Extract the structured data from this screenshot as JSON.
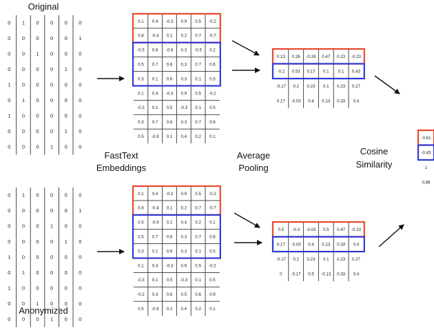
{
  "labels": {
    "original": "Original",
    "anonymized": "Anonymized",
    "fasttext": [
      "FastText",
      "Embeddings"
    ],
    "avg_pool": [
      "Average",
      "Pooling"
    ],
    "cosine": [
      "Cosine",
      "Similarity"
    ]
  },
  "colors": {
    "highlight_a": "#e8472e",
    "highlight_b": "#2f39d6",
    "ink": "#111111"
  },
  "original_onehot": [
    [
      "0",
      "1",
      "0",
      "0",
      "0",
      "0"
    ],
    [
      "0",
      "0",
      "0",
      "0",
      "0",
      "1"
    ],
    [
      "0",
      "0",
      "1",
      "0",
      "0",
      "0"
    ],
    [
      "0",
      "0",
      "0",
      "0",
      "1",
      "0"
    ],
    [
      "1",
      "0",
      "0",
      "0",
      "0",
      "0"
    ],
    [
      "0",
      "1",
      "0",
      "0",
      "0",
      "0"
    ],
    [
      "1",
      "0",
      "0",
      "0",
      "0",
      "0"
    ],
    [
      "0",
      "0",
      "0",
      "0",
      "1",
      "0"
    ],
    [
      "0",
      "0",
      "0",
      "1",
      "0",
      "0"
    ]
  ],
  "anonymized_onehot": [
    [
      "0",
      "1",
      "0",
      "0",
      "0",
      "0"
    ],
    [
      "0",
      "0",
      "0",
      "0",
      "0",
      "1"
    ],
    [
      "0",
      "0",
      "0",
      "1",
      "0",
      "0"
    ],
    [
      "0",
      "0",
      "0",
      "0",
      "1",
      "0"
    ],
    [
      "1",
      "0",
      "0",
      "0",
      "0",
      "0"
    ],
    [
      "0",
      "1",
      "0",
      "0",
      "0",
      "0"
    ],
    [
      "1",
      "0",
      "0",
      "0",
      "0",
      "0"
    ],
    [
      "0",
      "0",
      "1",
      "0",
      "0",
      "0"
    ],
    [
      "0",
      "0",
      "0",
      "1",
      "0",
      "0"
    ]
  ],
  "original_embeddings": [
    [
      "0.1",
      "0.4",
      "-0.3",
      "0.9",
      "0.5",
      "-0.2"
    ],
    [
      "0.8",
      "-0.4",
      "0.1",
      "0.2",
      "0.7",
      "-0.7"
    ],
    [
      "-0.5",
      "0.8",
      "-0.6",
      "0.3",
      "-0.5",
      "0.2"
    ],
    [
      "0.5",
      "0.7",
      "0.6",
      "0.3",
      "0.7",
      "0.6"
    ],
    [
      "0.3",
      "0.1",
      "0.6",
      "0.3",
      "0.1",
      "0.5"
    ],
    [
      "0.1",
      "0.4",
      "-0.3",
      "0.9",
      "0.5",
      "-0.2"
    ],
    [
      "-0.3",
      "0.1",
      "0.5",
      "-0.3",
      "0.1",
      "0.5"
    ],
    [
      "0.3",
      "0.7",
      "0.6",
      "0.3",
      "0.7",
      "0.6"
    ],
    [
      "0.5",
      "-0.9",
      "0.1",
      "0.4",
      "0.2",
      "0.1"
    ]
  ],
  "anonymized_embeddings": [
    [
      "0.1",
      "0.4",
      "-0.3",
      "0.9",
      "0.5",
      "-0.2"
    ],
    [
      "0.8",
      "-0.4",
      "0.1",
      "0.2",
      "0.7",
      "-0.7"
    ],
    [
      "0.5",
      "-0.9",
      "0.1",
      "0.4",
      "0.2",
      "0.1"
    ],
    [
      "0.5",
      "0.7",
      "0.6",
      "0.3",
      "0.7",
      "0.6"
    ],
    [
      "0.3",
      "0.1",
      "0.6",
      "0.3",
      "0.1",
      "0.5"
    ],
    [
      "0.1",
      "0.4",
      "-0.3",
      "0.9",
      "0.5",
      "-0.2"
    ],
    [
      "-0.3",
      "0.1",
      "0.5",
      "-0.3",
      "0.1",
      "0.5"
    ],
    [
      "-0.2",
      "0.3",
      "0.6",
      "0.5",
      "0.6",
      "0.9"
    ],
    [
      "0.5",
      "-0.9",
      "0.1",
      "0.4",
      "0.2",
      "0.1"
    ]
  ],
  "original_pooled": [
    [
      "0.13",
      "0.26",
      "-0.26",
      "0.47",
      "0.23",
      "-0.23"
    ],
    [
      "-0.2",
      "0.53",
      "0.17",
      "0.1",
      "0.1",
      "0.43"
    ],
    [
      "-0.17",
      "0.2",
      "0.23",
      "0.1",
      "0.23",
      "0.27"
    ],
    [
      "0.17",
      "-0.03",
      "0.4",
      "0.13",
      "0.33",
      "0.4"
    ]
  ],
  "anonymized_pooled": [
    [
      "0.5",
      "-0.3",
      "-0.03",
      "0.5",
      "0.47",
      "-0.23"
    ],
    [
      "0.17",
      "-0.03",
      "0.4",
      "0.13",
      "0.33",
      "0.4"
    ],
    [
      "-0.17",
      "0.2",
      "0.23",
      "0.1",
      "0.23",
      "0.27"
    ],
    [
      "0",
      "-0.17",
      "0.5",
      "-0.13",
      "0.33",
      "0.4"
    ]
  ],
  "cosine_values": [
    "-0.61",
    "-0.45",
    "1",
    "0.88"
  ]
}
